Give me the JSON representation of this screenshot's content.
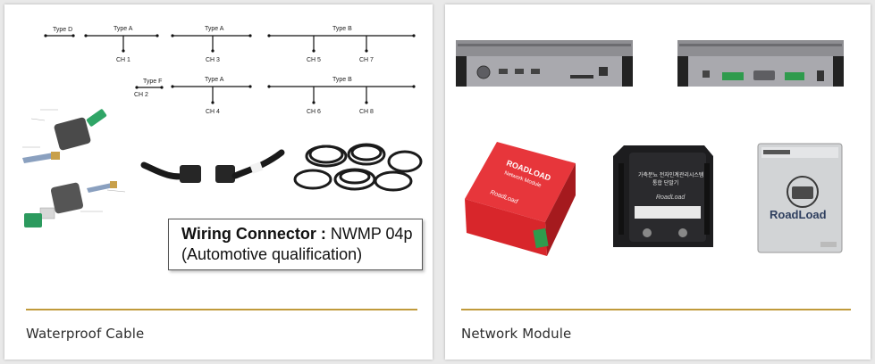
{
  "cards": [
    {
      "caption": "Waterproof Cable",
      "wiring_box": {
        "title": "Wiring Connector",
        "separator": " : ",
        "model": "NWMP 04p",
        "note": "(Automotive qualification)"
      },
      "diagram": {
        "row1": {
          "type_d": "Type D",
          "type_a1": "Type A",
          "type_a2": "Type A",
          "type_b": "Type B",
          "ch1": "CH 1",
          "ch3": "CH 3",
          "ch5": "CH 5",
          "ch7": "CH 7"
        },
        "row2": {
          "type_f": "Type F",
          "ch2": "CH 2",
          "type_a": "Type A",
          "type_b": "Type B",
          "ch4": "CH 4",
          "ch6": "CH 6",
          "ch8": "CH 8"
        }
      }
    },
    {
      "caption": "Network Module",
      "module_red": {
        "brand": "ROADLOAD",
        "sub": "Network Module",
        "logo": "RoadLoad"
      },
      "module_black": {
        "line1": "가축분뇨 전자인계관리시스템",
        "line2": "통합 단말기",
        "logo": "RoadLoad"
      },
      "module_silver": {
        "brand": "RoadLoad"
      }
    }
  ],
  "colors": {
    "divider": "#c09a3b",
    "red_module": "#d8262b",
    "background": "#e9e9e9"
  }
}
